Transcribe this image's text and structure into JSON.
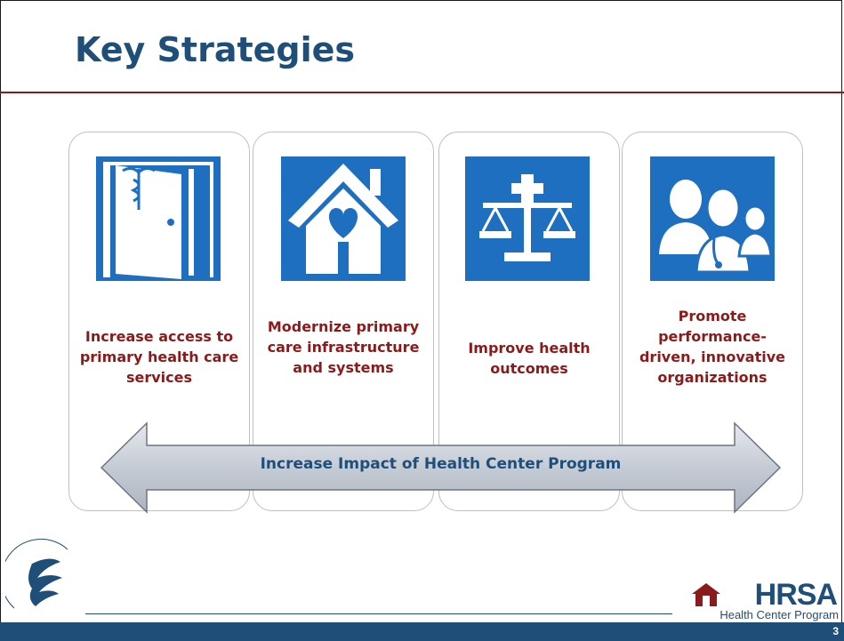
{
  "slide": {
    "title": "Key Strategies",
    "page_number": "3"
  },
  "strategies": [
    {
      "label": "Increase access to primary health care services",
      "icon": "open-door-caduceus-icon"
    },
    {
      "label": "Modernize primary care infrastructure and systems",
      "icon": "house-heart-icon"
    },
    {
      "label": "Improve health outcomes",
      "icon": "balance-scale-icon"
    },
    {
      "label": "Promote performance-driven, innovative organizations",
      "icon": "doctors-group-icon"
    }
  ],
  "banner": {
    "text": "Increase Impact of Health Center Program"
  },
  "footer": {
    "hhs_logo": "hhs-seal-logo",
    "hrsa_logo_text": "HRSA",
    "hrsa_logo_subtext": "Health Center Program"
  },
  "colors": {
    "title": "#1f4e79",
    "accent_red": "#8b1a1a",
    "icon_blue": "#1f6fc1"
  }
}
